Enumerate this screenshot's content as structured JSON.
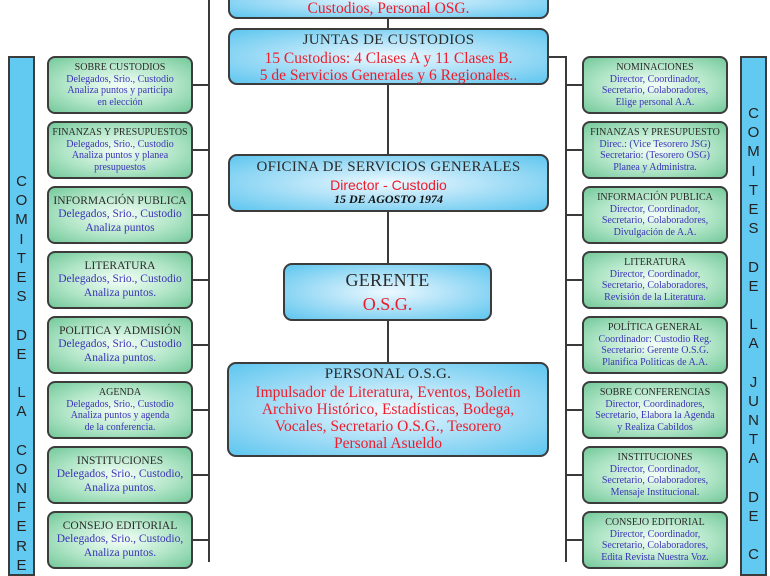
{
  "top_box": {
    "text": "Custodios, Personal OSG."
  },
  "juntas": {
    "title": "JUNTAS DE CUSTODIOS",
    "line1": "15 Custodios: 4 Clases A y 11 Clases B.",
    "line2": "5 de Servicios Generales y 6 Regionales.."
  },
  "oficina": {
    "title": "OFICINA DE SERVICIOS GENERALES",
    "line1": "Director - Custodio",
    "date": "15 DE AGOSTO 1974"
  },
  "gerente": {
    "title": "GERENTE",
    "line1": "O.S.G."
  },
  "personal": {
    "title": "PERSONAL O.S.G.",
    "lines": [
      "Impulsador de Literatura, Eventos, Boletín",
      "Archivo Histórico, Estadísticas, Bodega,",
      "Vocales, Secretario O.S.G., Tesorero",
      "Personal Asueldo"
    ]
  },
  "left_bar": {
    "text": "COMITES DE LA CONFERE"
  },
  "right_bar": {
    "text": "COMITES DE LA JUNTA DE C"
  },
  "left_committees": [
    {
      "title": "SOBRE CUSTODIOS",
      "lines": [
        "Delegados, Srio., Custodio",
        "Analiza puntos y participa",
        "en elección"
      ]
    },
    {
      "title": "FINANZAS Y PRESUPUESTOS",
      "lines": [
        "Delegados, Srio., Custodio",
        "Analiza puntos y planea",
        "presupuestos"
      ]
    },
    {
      "title": "INFORMACIÓN PUBLICA",
      "lines": [
        "Delegados, Srio., Custodio",
        "Analiza puntos"
      ]
    },
    {
      "title": "LITERATURA",
      "lines": [
        "Delegados, Srio., Custodio",
        "Analiza puntos."
      ]
    },
    {
      "title": "POLITICA Y ADMISIÓN",
      "lines": [
        "Delegados, Srio., Custodio",
        "Analiza puntos."
      ]
    },
    {
      "title": "AGENDA",
      "lines": [
        "Delegados, Srio., Custodio",
        "Analiza puntos y agenda",
        "de la conferencia."
      ]
    },
    {
      "title": "INSTITUCIONES",
      "lines": [
        "Delegados, Srio., Custodio,",
        "Analiza puntos."
      ]
    },
    {
      "title": "CONSEJO EDITORIAL",
      "lines": [
        "Delegados, Srio., Custodio,",
        "Analiza puntos."
      ]
    }
  ],
  "right_committees": [
    {
      "title": "NOMINACIONES",
      "lines": [
        "Director, Coordinador,",
        "Secretario, Colaboradores,",
        "Elige personal A.A."
      ]
    },
    {
      "title": "FINANZAS Y PRESUPUESTO",
      "lines": [
        "Direc.:  (Vice Tesorero JSG)",
        "Secretario: (Tesorero OSG)",
        "Planea y Administra."
      ]
    },
    {
      "title": "INFORMACIÓN PUBLICA",
      "lines": [
        "Director, Coordinador,",
        "Secretario, Colaboradores,",
        "Divulgación de A.A."
      ]
    },
    {
      "title": "LITERATURA",
      "lines": [
        "Director, Coordinador,",
        "Secretario, Colaboradores,",
        "Revisión de la Literatura."
      ]
    },
    {
      "title": "POLÍTICA GENERAL",
      "lines": [
        "Coordinador: Custodio Reg.",
        "Secretario: Gerente O.S.G.",
        "Planifica Politicas de A.A."
      ]
    },
    {
      "title": "SOBRE CONFERENCIAS",
      "lines": [
        "Director, Coordinadores,",
        "Secretario, Elabora la Agenda",
        "y Realiza Cabildos"
      ]
    },
    {
      "title": "INSTITUCIONES",
      "lines": [
        "Director, Coordinador,",
        "Secretario, Colaboradores,",
        "Mensaje Institucional."
      ]
    },
    {
      "title": "CONSEJO EDITORIAL",
      "lines": [
        "Director, Coordinador,",
        "Secretario, Colaboradores,",
        "Edita Revista Nuestra Voz."
      ]
    }
  ]
}
